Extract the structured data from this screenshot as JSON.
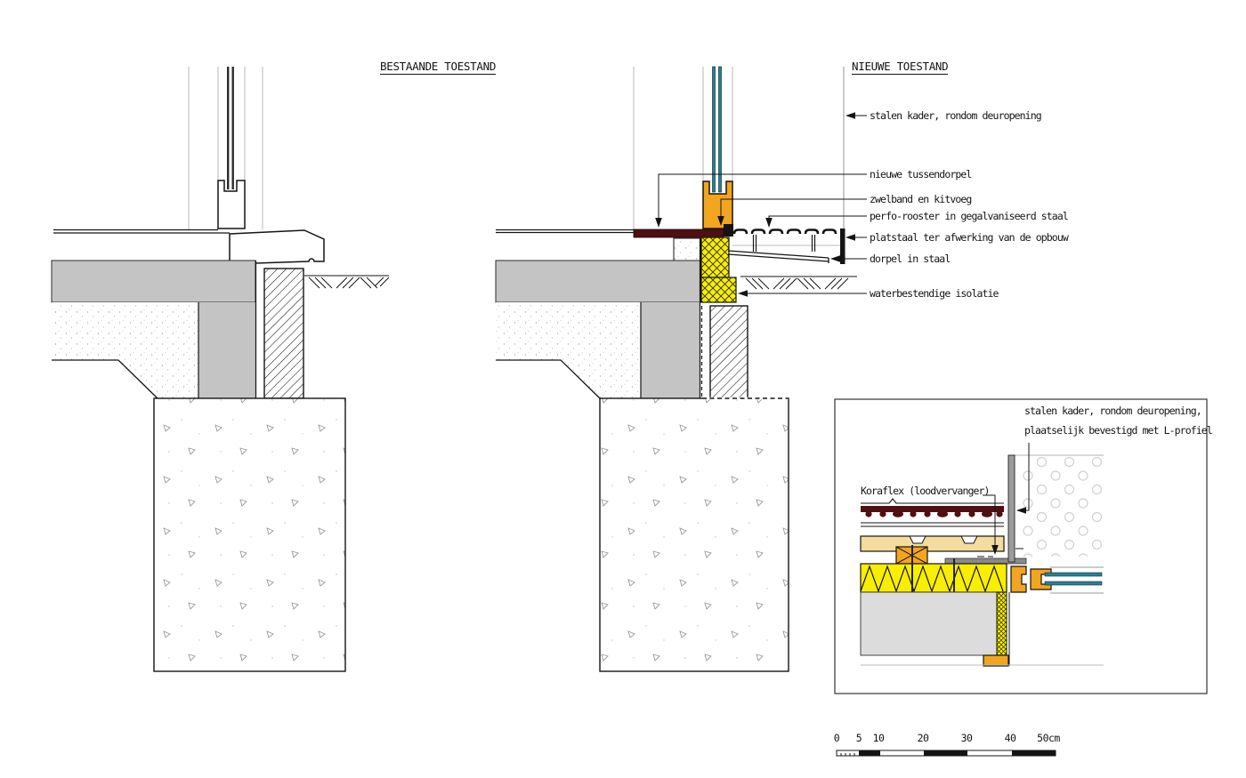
{
  "drawing": {
    "left_title": "BESTAANDE TOESTAND",
    "right_title": "NIEUWE TOESTAND"
  },
  "callouts": {
    "stalen_kader": "stalen kader, rondom deuropening",
    "nieuwe_tussendorpel": "nieuwe tussendorpel",
    "zwelband": "zwelband en kitvoeg",
    "perfo_rooster": "perfo-rooster in gegalvaniseerd staal",
    "platstaal": "platstaal ter afwerking van de opbouw",
    "dorpel": "dorpel in staal",
    "waterbestendige_isolatie": "waterbestendige isolatie"
  },
  "inset": {
    "kader_label_line1": "stalen kader, rondom deuropening,",
    "kader_label_line2": "plaatselijk bevestigd met L-profiel",
    "koraflex_label": "Koraflex (loodvervanger)"
  },
  "scale_bar": {
    "labels": [
      "0",
      "5",
      "10",
      "20",
      "30",
      "40",
      "50cm"
    ]
  },
  "colors": {
    "ink": "#141414",
    "guide": "#c9c9c9",
    "slab": "#c4c4c4",
    "orange": "#f2a51f",
    "yellow": "#f8ee00",
    "maroon": "#4e1012",
    "teal": "#2e7d8f",
    "steel": "#9c9c9c",
    "lightgray": "#dcdcdc",
    "tan": "#f3dc9e"
  }
}
